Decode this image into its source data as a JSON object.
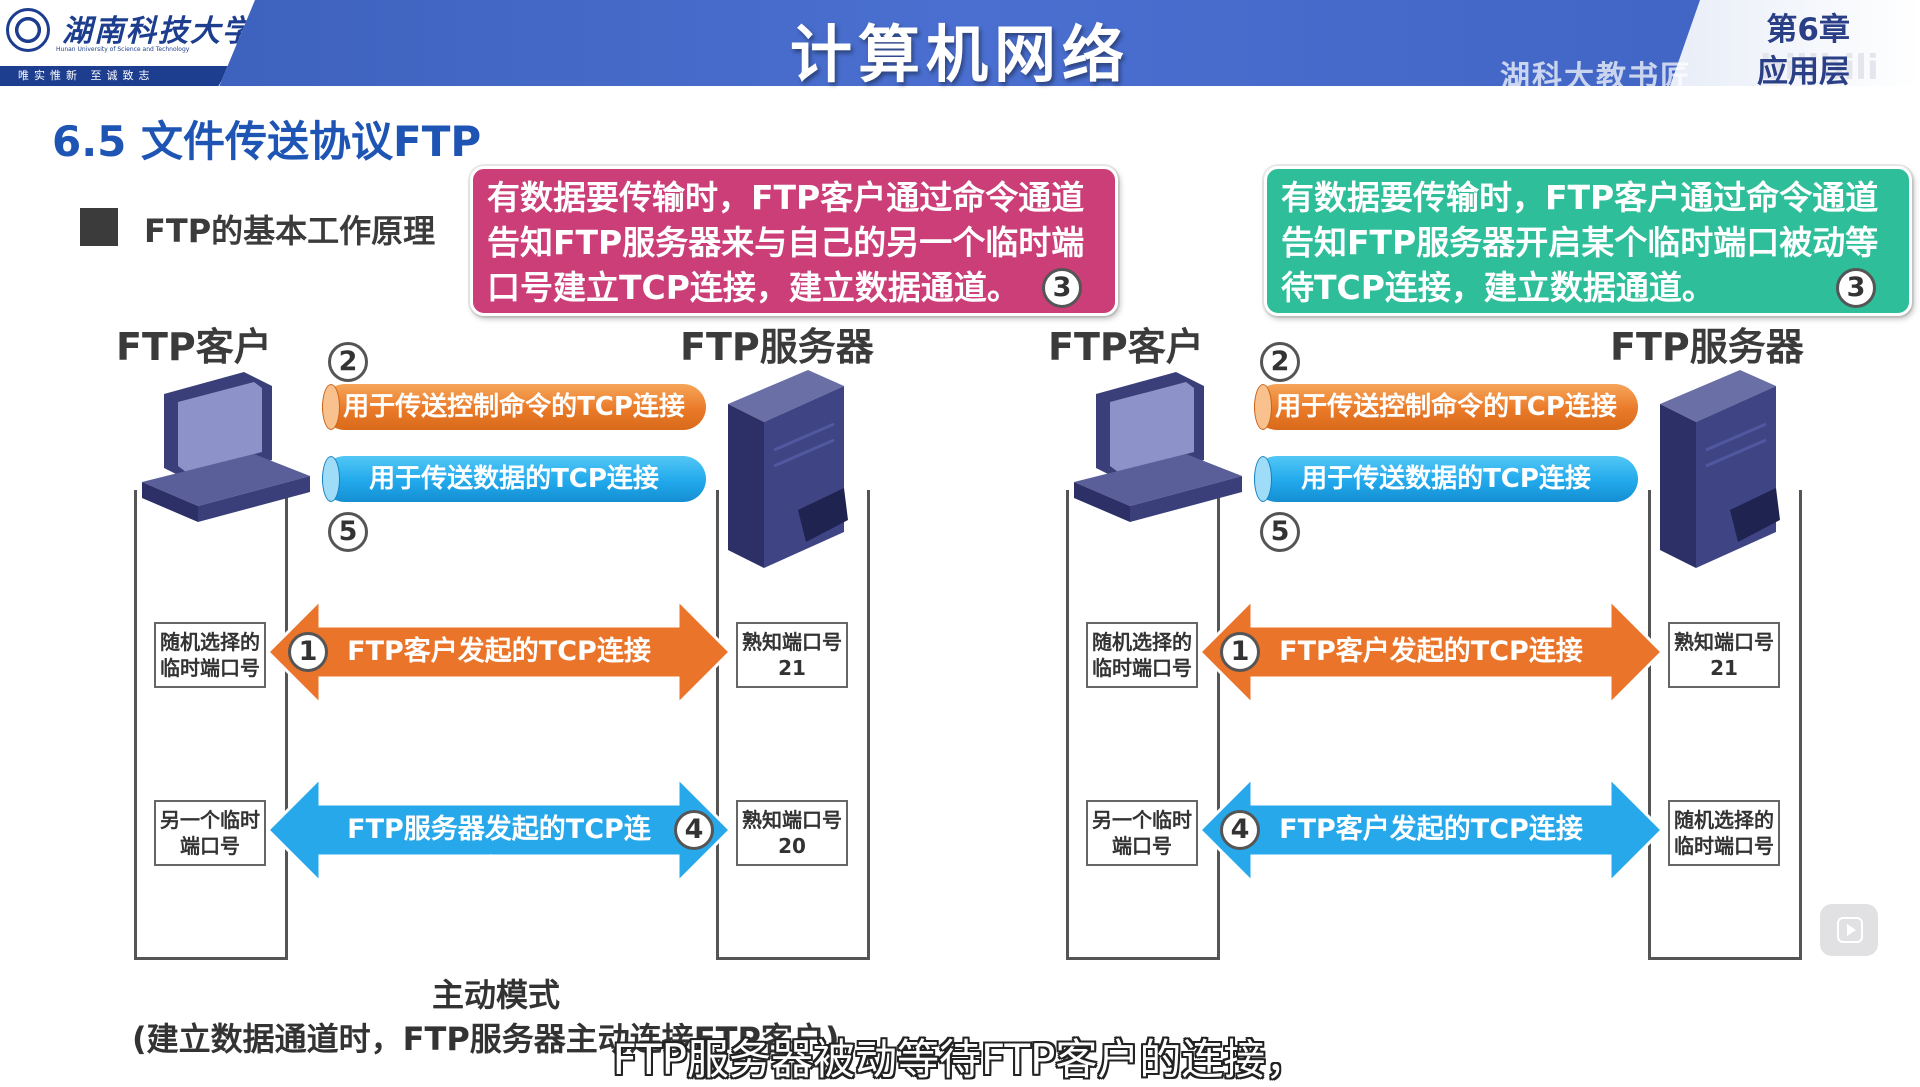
{
  "header": {
    "university_name": "湖南科技大学",
    "university_en": "Hunan University of Science and Technology",
    "motto": "唯实惟新 至诚致志",
    "course_title": "计算机网络",
    "chapter_number": "第6章",
    "chapter_name": "应用层",
    "watermark": "湖科大教书匠",
    "watermark_logo": "bilibili"
  },
  "section_title": "6.5 文件传送协议FTP",
  "bullet": "FTP的基本工作原理",
  "diagrams": [
    {
      "callout": {
        "text": "有数据要传输时，FTP客户通过命令通道告知FTP服务器来与自己的另一个临时端口号建立TCP连接，建立数据通道。",
        "step": "3",
        "color": "#cb3e78"
      },
      "client_label": "FTP客户",
      "server_label": "FTP服务器",
      "pipe_control": {
        "label": "用于传送控制命令的TCP连接",
        "step": "2"
      },
      "pipe_data": {
        "label": "用于传送数据的TCP连接",
        "step": "5"
      },
      "arrow1": {
        "label": "FTP客户发起的TCP连接",
        "step": "1"
      },
      "arrow4": {
        "label": "FTP服务器发起的TCP连接",
        "step": "4"
      },
      "client_port_1": "随机选择的临时端口号",
      "server_port_1": "熟知端口号21",
      "client_port_4": "另一个临时端口号",
      "server_port_4": "熟知端口号20",
      "mode_title": "主动模式",
      "mode_desc": "(建立数据通道时，FTP服务器主动连接FTP客户)"
    },
    {
      "callout": {
        "text": "有数据要传输时，FTP客户通过命令通道告知FTP服务器开启某个临时端口被动等待TCP连接，建立数据通道。",
        "step": "3",
        "color": "#2fbe9a"
      },
      "client_label": "FTP客户",
      "server_label": "FTP服务器",
      "pipe_control": {
        "label": "用于传送控制命令的TCP连接",
        "step": "2"
      },
      "pipe_data": {
        "label": "用于传送数据的TCP连接",
        "step": "5"
      },
      "arrow1": {
        "label": "FTP客户发起的TCP连接",
        "step": "1"
      },
      "arrow4": {
        "label": "FTP客户发起的TCP连接",
        "step": "4"
      },
      "client_port_1": "随机选择的临时端口号",
      "server_port_1": "熟知端口号21",
      "client_port_4": "另一个临时端口号",
      "server_port_4": "随机选择的临时端口号"
    }
  ],
  "subtitle": "FTP服务器被动等待FTP客户的连接，",
  "colors": {
    "header_blue": "#4a6fd0",
    "title_blue": "#1e55b4",
    "orange": "#ea7a28",
    "blue": "#21a9ec"
  }
}
